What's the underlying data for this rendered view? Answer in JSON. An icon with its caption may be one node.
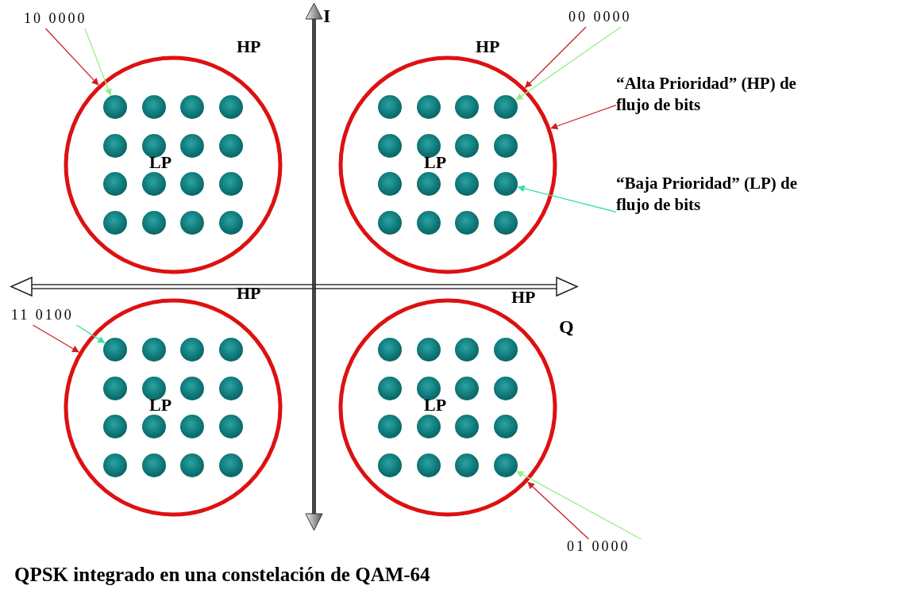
{
  "diagram": {
    "caption": "QPSK integrado en una constelación de QAM-64",
    "nodes": [
      {
        "text": [
          "HP",
          "LP"
        ]
      },
      {
        "text": [],
        "shape": "circle",
        "in": 0
      },
      {
        "text": [],
        "shape": "circle",
        "in": 0
      },
      {
        "text": [],
        "shape": "circle",
        "in": 0
      },
      {
        "text": [],
        "shape": "circle",
        "in": 0
      },
      {
        "text": [],
        "shape": "circle",
        "in": 0
      },
      {
        "text": [],
        "shape": "circle",
        "in": 0
      },
      {
        "text": [],
        "shape": "circle",
        "in": 0
      },
      {
        "text": [],
        "shape": "circle",
        "in": 0
      },
      {
        "text": [],
        "shape": "circle",
        "in": 0
      },
      {
        "text": [],
        "shape": "circle",
        "in": 0
      },
      {
        "text": [],
        "shape": "circle",
        "in": 0
      },
      {
        "text": [],
        "shape": "circle",
        "in": 0
      },
      {
        "text": [],
        "shape": "circle",
        "in": 0
      },
      {
        "text": [],
        "shape": "circle",
        "in": 0
      },
      {
        "text": [],
        "shape": "circle",
        "in": 0
      },
      {
        "text": [],
        "shape": "circle",
        "in": 0
      },
      {
        "text": [
          "HP",
          "LP"
        ]
      },
      {
        "text": [],
        "shape": "circle",
        "in": 17
      },
      {
        "text": [],
        "shape": "circle",
        "in": 17
      },
      {
        "text": [],
        "shape": "circle",
        "in": 17
      },
      {
        "text": [],
        "shape": "circle",
        "in": 17
      },
      {
        "text": [],
        "shape": "circle",
        "in": 17
      },
      {
        "text": [],
        "shape": "circle",
        "in": 17
      },
      {
        "text": [],
        "shape": "circle",
        "in": 17
      },
      {
        "text": [],
        "shape": "circle",
        "in": 17
      },
      {
        "text": [],
        "shape": "circle",
        "in": 17
      },
      {
        "text": [],
        "shape": "circle",
        "in": 17
      },
      {
        "text": [],
        "shape": "circle",
        "in": 17
      },
      {
        "text": [],
        "shape": "circle",
        "in": 17
      },
      {
        "text": [],
        "shape": "circle",
        "in": 17
      },
      {
        "text": [],
        "shape": "circle",
        "in": 17
      },
      {
        "text": [],
        "shape": "circle",
        "in": 17
      },
      {
        "text": [],
        "shape": "circle",
        "in": 17
      },
      {
        "text": [
          "HP",
          "LP"
        ]
      },
      {
        "text": [],
        "shape": "circle",
        "in": 34
      },
      {
        "text": [],
        "shape": "circle",
        "in": 34
      },
      {
        "text": [],
        "shape": "circle",
        "in": 34
      },
      {
        "text": [],
        "shape": "circle",
        "in": 34
      },
      {
        "text": [],
        "shape": "circle",
        "in": 34
      },
      {
        "text": [],
        "shape": "circle",
        "in": 34
      },
      {
        "text": [],
        "shape": "circle",
        "in": 34
      },
      {
        "text": [],
        "shape": "circle",
        "in": 34
      },
      {
        "text": [],
        "shape": "circle",
        "in": 34
      },
      {
        "text": [],
        "shape": "circle",
        "in": 34
      },
      {
        "text": [],
        "shape": "circle",
        "in": 34
      },
      {
        "text": [],
        "shape": "circle",
        "in": 34
      },
      {
        "text": [],
        "shape": "circle",
        "in": 34
      },
      {
        "text": [],
        "shape": "circle",
        "in": 34
      },
      {
        "text": [],
        "shape": "circle",
        "in": 34
      },
      {
        "text": [],
        "shape": "circle",
        "in": 34
      },
      {
        "text": [
          "HP",
          "LP"
        ]
      },
      {
        "text": [],
        "shape": "circle",
        "in": 51
      },
      {
        "text": [],
        "shape": "circle",
        "in": 51
      },
      {
        "text": [],
        "shape": "circle",
        "in": 51
      },
      {
        "text": [],
        "shape": "circle",
        "in": 51
      },
      {
        "text": [],
        "shape": "circle",
        "in": 51
      },
      {
        "text": [],
        "shape": "circle",
        "in": 51
      },
      {
        "text": [],
        "shape": "circle",
        "in": 51
      },
      {
        "text": [],
        "shape": "circle",
        "in": 51
      },
      {
        "text": [],
        "shape": "circle",
        "in": 51
      },
      {
        "text": [],
        "shape": "circle",
        "in": 51
      },
      {
        "text": [],
        "shape": "circle",
        "in": 51
      },
      {
        "text": [],
        "shape": "circle",
        "in": 51
      },
      {
        "text": [],
        "shape": "circle",
        "in": 51
      },
      {
        "text": [],
        "shape": "circle",
        "in": 51
      },
      {
        "text": [],
        "shape": "circle",
        "in": 51
      },
      {
        "text": [],
        "shape": "circle",
        "in": 51
      },
      {
        "text": [
          "10 0000"
        ]
      },
      {
        "text": [
          "00 0000"
        ]
      },
      {
        "text": [
          "“Alta Prioridad” (HP) de flujo de bits"
        ]
      },
      {
        "text": [
          "“Baja Prioridad” (LP) de flujo de bits"
        ]
      },
      {
        "text": [
          "11 0100"
        ]
      },
      {
        "text": [
          "01 0000"
        ]
      }
    ],
    "edges": [
      {
        "from": 68,
        "to": 0,
        "arrow": "to"
      },
      {
        "from": 68,
        "to": 1,
        "arrow": "to",
        "color": "#99ee88"
      },
      {
        "from": 69,
        "to": 17,
        "arrow": "to"
      },
      {
        "from": 69,
        "to": 21,
        "arrow": "to",
        "color": "#99ee88"
      },
      {
        "from": 70,
        "to": 17,
        "arrow": "to"
      },
      {
        "from": 71,
        "to": 29,
        "arrow": "to",
        "color": "#33e0a8"
      },
      {
        "from": 72,
        "to": 34,
        "arrow": "to"
      },
      {
        "from": 72,
        "to": 35,
        "arrow": "to",
        "color": "#33e0a8"
      },
      {
        "from": 73,
        "to": 51,
        "arrow": "to"
      },
      {
        "from": 73,
        "to": 67,
        "arrow": "to",
        "color": "#99ee88"
      }
    ],
    "labels": [
      "I",
      "Q"
    ]
  }
}
